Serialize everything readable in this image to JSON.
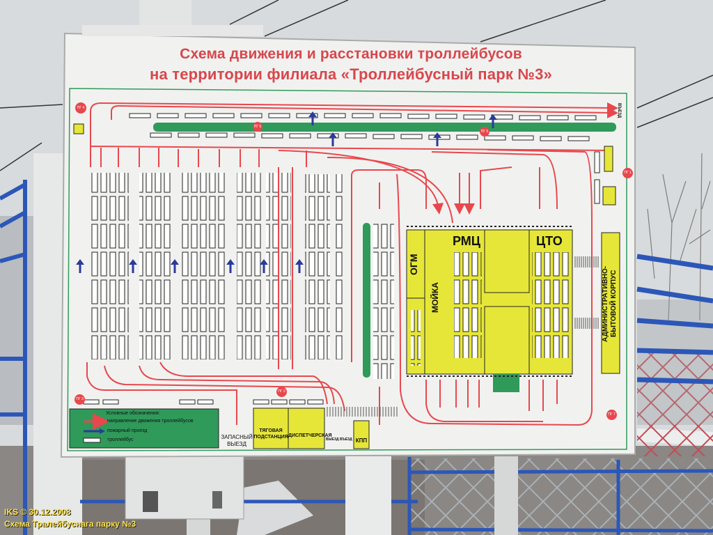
{
  "sign": {
    "title_line1": "Схема движения и расстановки троллейбусов",
    "title_line2": "на территории филиала «Троллейбусный парк №3»",
    "buildings": {
      "ogm": "ОГМ",
      "moika": "МОЙКА",
      "rmc": "РМЦ",
      "cto": "ЦТО",
      "admin_line1": "АДМИНИСТРАТИВНО-",
      "admin_line2": "БЫТОВОЙ КОРПУС",
      "substation_line1": "ТЯГОВАЯ",
      "substation_line2": "ПОДСТАНЦИЯ",
      "dispatch": "ДИСПЕТЧЕРСКАЯ",
      "kpp": "КПП",
      "spare_exit_line1": "ЗАПАСНЫЙ",
      "spare_exit_line2": "ВЫЕЗД",
      "exit_small": "ВЫЕЗД",
      "entry_small": "ВЪЕЗД",
      "entry_right": "ВЪЕЗД"
    },
    "hydrants": [
      "ПГ 1",
      "ПГ 2",
      "ПГ 3",
      "ПГ 4",
      "ПГ 5",
      "ПГ 6",
      "ПГ 7"
    ],
    "legend": {
      "heading": "Условные обозначения:",
      "red_arrow": "направление движения троллейбусов",
      "blue_arrow": "пожарный проезд",
      "box": "троллейбус"
    }
  },
  "caption": {
    "line1": "IKS © 30.12.2008",
    "line2": "Схема Тралейбуснага парку №3"
  },
  "colors": {
    "route_red": "#e8474d",
    "fire_blue": "#2b3a9c",
    "building_yellow": "#e6e638",
    "green": "#2f9a5a",
    "sky": "#d6dadc"
  }
}
